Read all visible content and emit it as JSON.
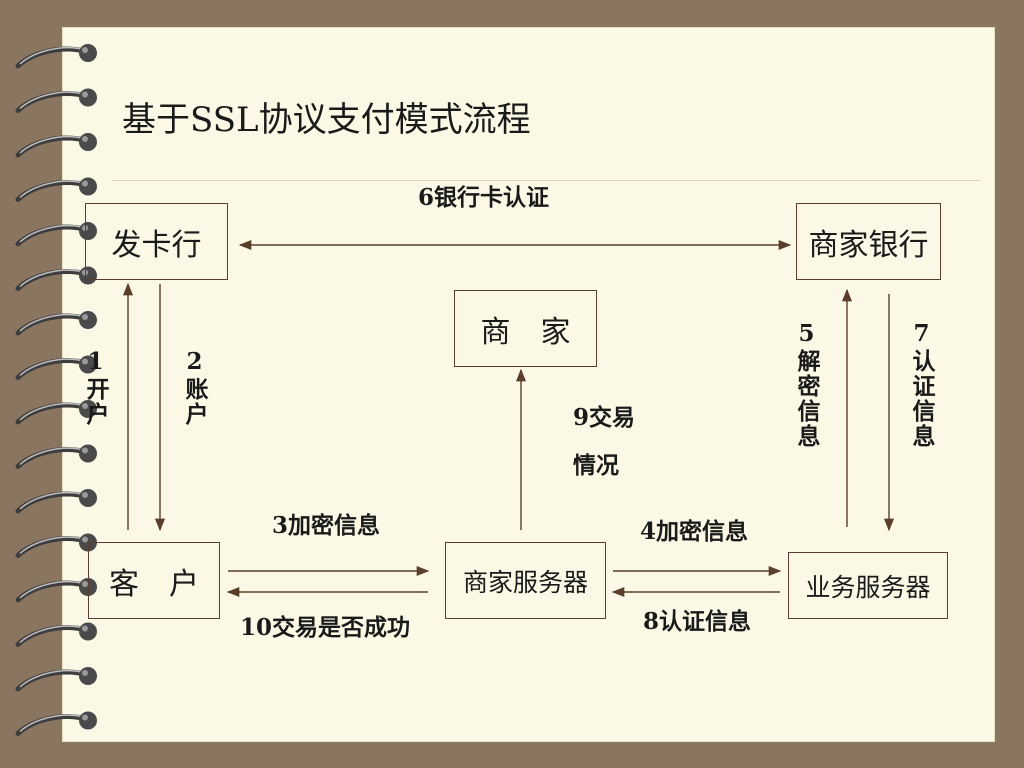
{
  "title": "基于SSL协议支付模式流程",
  "nodes": {
    "issuer_bank": "发卡行",
    "merchant_bank": "商家银行",
    "merchant": "商　家",
    "customer": "客　户",
    "merchant_server": "商家服务器",
    "business_server": "业务服务器"
  },
  "edges": {
    "e6": "6银行卡认证",
    "e1": "1开户",
    "e2": "2账户",
    "e9_line1": "9交易",
    "e9_line2": "情况",
    "e5": "5解密信息",
    "e7": "7认证信息",
    "e3": "3加密信息",
    "e10": "10交易是否成功",
    "e4": "4加密信息",
    "e8": "8认证信息"
  },
  "colors": {
    "background": "#8a7560",
    "paper": "#fbf9e5",
    "line": "#5a3d2b",
    "text": "#1a1a1a"
  }
}
